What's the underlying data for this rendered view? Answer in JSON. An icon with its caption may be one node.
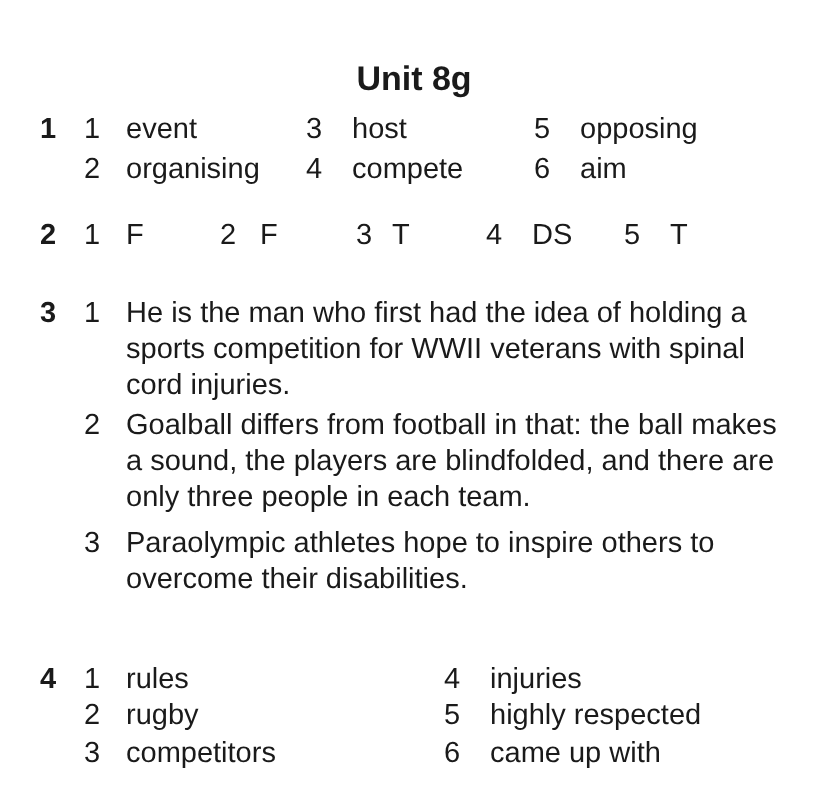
{
  "diagram": {
    "title": "Unit 8g",
    "labels": [
      "1",
      "1",
      "event",
      "3",
      "host",
      "5",
      "opposing",
      "2",
      "organising",
      "4",
      "compete",
      "6",
      "aim",
      "2",
      "1",
      "F",
      "2",
      "F",
      "3",
      "T",
      "4",
      "DS",
      "5",
      "T",
      "3",
      "1",
      "He is the man who first had the idea of holding a sports competition for WWII veterans with spinal cord injuries.",
      "2",
      "Goalball differs from football in that: the ball makes a sound, the players are blindfolded, and there are only three people in each team.",
      "3",
      "Paraolympic athletes hope to inspire others to overcome their disabilities.",
      "4",
      "1",
      "rules",
      "4",
      "injuries",
      "2",
      "rugby",
      "5",
      "highly respected",
      "3",
      "competitors",
      "6",
      "came up with"
    ]
  }
}
